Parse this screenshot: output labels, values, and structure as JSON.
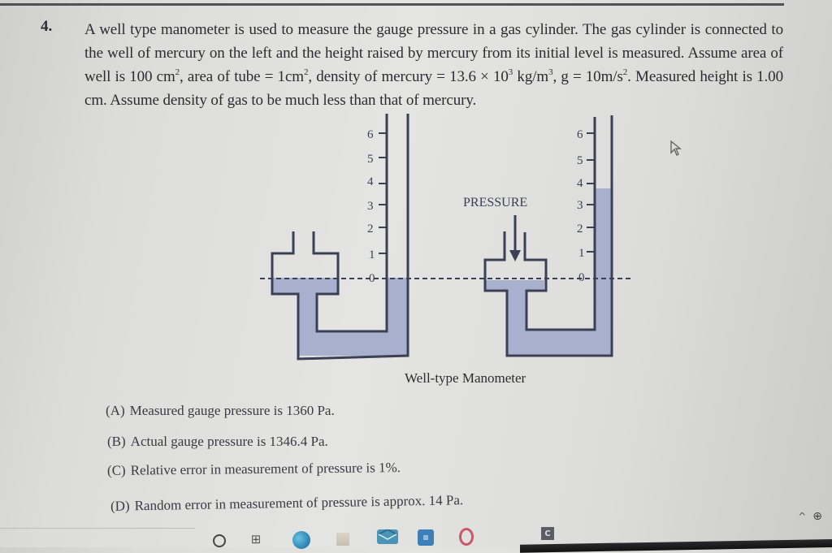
{
  "question": {
    "number": "4.",
    "text_parts": {
      "p1": "A well type manometer is used to measure the gauge pressure in a gas cylinder. The gas cylinder is connected to the well of mercury on the left and the height raised by mercury from its initial level is measured. Assume area of well is 100 cm",
      "sup1": "2",
      "p2": ", area of tube = 1cm",
      "sup2": "2",
      "p3": ", density of mercury = 13.6 × 10",
      "sup3": "3",
      "p4": " kg/m",
      "sup4": "3",
      "p5": ", g = 10m/s",
      "sup5": "2",
      "p6": ". Measured height is 1.00 cm. Assume density of gas to be much less than that of mercury."
    }
  },
  "diagram": {
    "caption": "Well-type Manometer",
    "pressure_label": "PRESSURE",
    "scale_ticks": [
      "6",
      "5",
      "4",
      "3",
      "2",
      "1",
      "0"
    ],
    "colors": {
      "mercury": "#a7b0cc",
      "outline": "#3b4054",
      "dashed": "#3b4054"
    },
    "left_figure": {
      "state": "initial",
      "mercury_level": "0"
    },
    "right_figure": {
      "state": "under pressure",
      "mercury_level_approx": "3.7"
    }
  },
  "options": [
    {
      "letter": "(A)",
      "text": "Measured gauge pressure is 1360 Pa."
    },
    {
      "letter": "(B)",
      "text": "Actual gauge pressure is 1346.4 Pa."
    },
    {
      "letter": "(C)",
      "text": "Relative error in measurement of pressure is 1%."
    },
    {
      "letter": "(D)",
      "text": "Random error in measurement of pressure is approx. 14 Pa."
    }
  ],
  "taskbar": {
    "icons": [
      {
        "name": "search-icon",
        "glyph": "○"
      },
      {
        "name": "task-view-icon",
        "glyph": "⊞"
      },
      {
        "name": "edge-browser-icon",
        "color": "#3f9fc7"
      },
      {
        "name": "file-explorer-icon",
        "color": "#c9c2b0"
      },
      {
        "name": "mail-icon",
        "color": "#4a95b4"
      },
      {
        "name": "store-icon",
        "color": "#3f7fb8"
      },
      {
        "name": "opera-icon",
        "color": "#c9566a"
      },
      {
        "name": "app-c-icon",
        "glyph": "C",
        "color": "#5a5d66"
      }
    ],
    "tray": {
      "chevron": "^",
      "network_glyph": "⊕"
    }
  }
}
